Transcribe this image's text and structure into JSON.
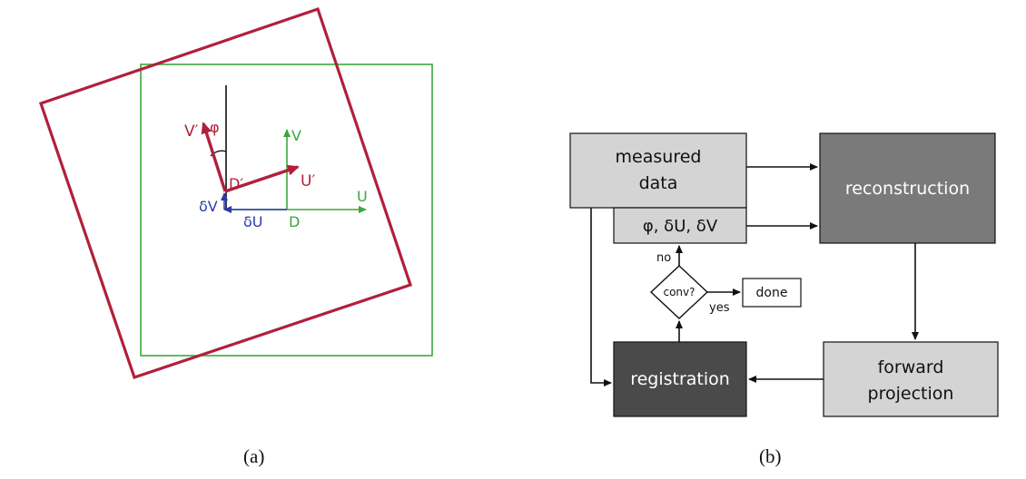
{
  "panel_a": {
    "caption": "(a)",
    "labels": {
      "v_prime": "V′",
      "phi": "φ",
      "d_prime": "D′",
      "u_prime": "U′",
      "v": "V",
      "u": "U",
      "d": "D",
      "delta_v": "δV",
      "delta_u": "δU"
    }
  },
  "panel_b": {
    "caption": "(b)",
    "boxes": {
      "measured_data_line1": "measured",
      "measured_data_line2": "data",
      "params": "φ, δU, δV",
      "reconstruction": "reconstruction",
      "forward_line1": "forward",
      "forward_line2": "projection",
      "registration": "registration",
      "conv": "conv?",
      "done": "done"
    },
    "edges": {
      "no": "no",
      "yes": "yes"
    }
  },
  "colors": {
    "red": "#b0203a",
    "green": "#3aa83a",
    "blue": "#2b3aa8",
    "light_box": "#d4d4d4",
    "mid_box": "#7a7a7a",
    "dark_box": "#4a4a4a"
  }
}
